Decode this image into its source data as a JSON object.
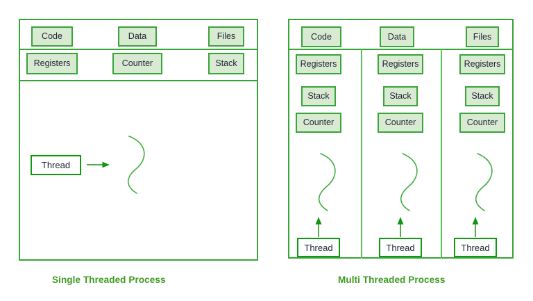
{
  "diagram": {
    "title_left": "Single Threaded Process",
    "title_right": "Multi Threaded Process",
    "colors": {
      "box_fill": "#d9ead3",
      "box_border": "#38a538",
      "panel_border": "#36a536",
      "divider": "#53c653",
      "curve": "#3fae3f",
      "arrow": "#149414",
      "thread_border": "#0f9b0f",
      "caption_text": "#3d9b20",
      "label_text": "#1f2430",
      "background": "#ffffff"
    }
  },
  "single_process": {
    "top_row": [
      {
        "label": "Code"
      },
      {
        "label": "Data"
      },
      {
        "label": "Files"
      }
    ],
    "second_row": [
      {
        "label": "Registers"
      },
      {
        "label": "Counter"
      },
      {
        "label": "Stack"
      }
    ],
    "threads": [
      {
        "label": "Thread"
      }
    ]
  },
  "multi_process": {
    "top_row": [
      {
        "label": "Code"
      },
      {
        "label": "Data"
      },
      {
        "label": "Files"
      }
    ],
    "columns": [
      {
        "cells": [
          {
            "label": "Registers"
          },
          {
            "label": "Stack"
          },
          {
            "label": "Counter"
          }
        ],
        "thread": {
          "label": "Thread"
        }
      },
      {
        "cells": [
          {
            "label": "Registers"
          },
          {
            "label": "Stack"
          },
          {
            "label": "Counter"
          }
        ],
        "thread": {
          "label": "Thread"
        }
      },
      {
        "cells": [
          {
            "label": "Registers"
          },
          {
            "label": "Stack"
          },
          {
            "label": "Counter"
          }
        ],
        "thread": {
          "label": "Thread"
        }
      }
    ]
  }
}
